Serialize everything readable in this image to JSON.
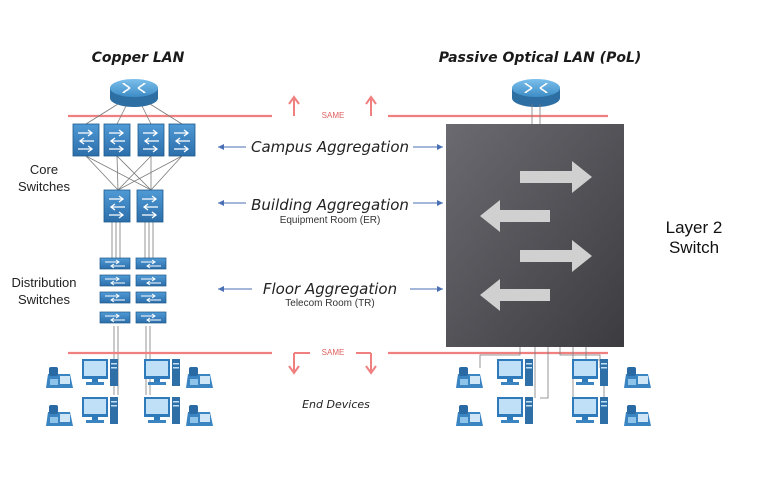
{
  "titles": {
    "copper": "Copper LAN",
    "pol": "Passive Optical LAN (PoL)"
  },
  "labels": {
    "core_line1": "Core",
    "core_line2": "Switches",
    "dist_line1": "Distribution",
    "dist_line2": "Switches",
    "layer2_line1": "Layer 2",
    "layer2_line2": "Switch",
    "end_devices": "End Devices",
    "same_top": "SAME",
    "same_bottom": "SAME"
  },
  "aggregations": {
    "campus": "Campus Aggregation",
    "building": "Building Aggregation",
    "building_sub": "Equipment Room (ER)",
    "floor": "Floor Aggregation",
    "floor_sub": "Telecom Room (TR)"
  },
  "colors": {
    "accent_red": "#f08080",
    "switch_blue": "#3b82c4",
    "router_blue": "#3f8fc8",
    "layer2_box": "#5a5a5e",
    "arrow_blue": "#4a6fb5"
  },
  "icons": [
    "router-icon",
    "switch-icon",
    "ip-phone-icon",
    "desktop-computer-icon"
  ]
}
